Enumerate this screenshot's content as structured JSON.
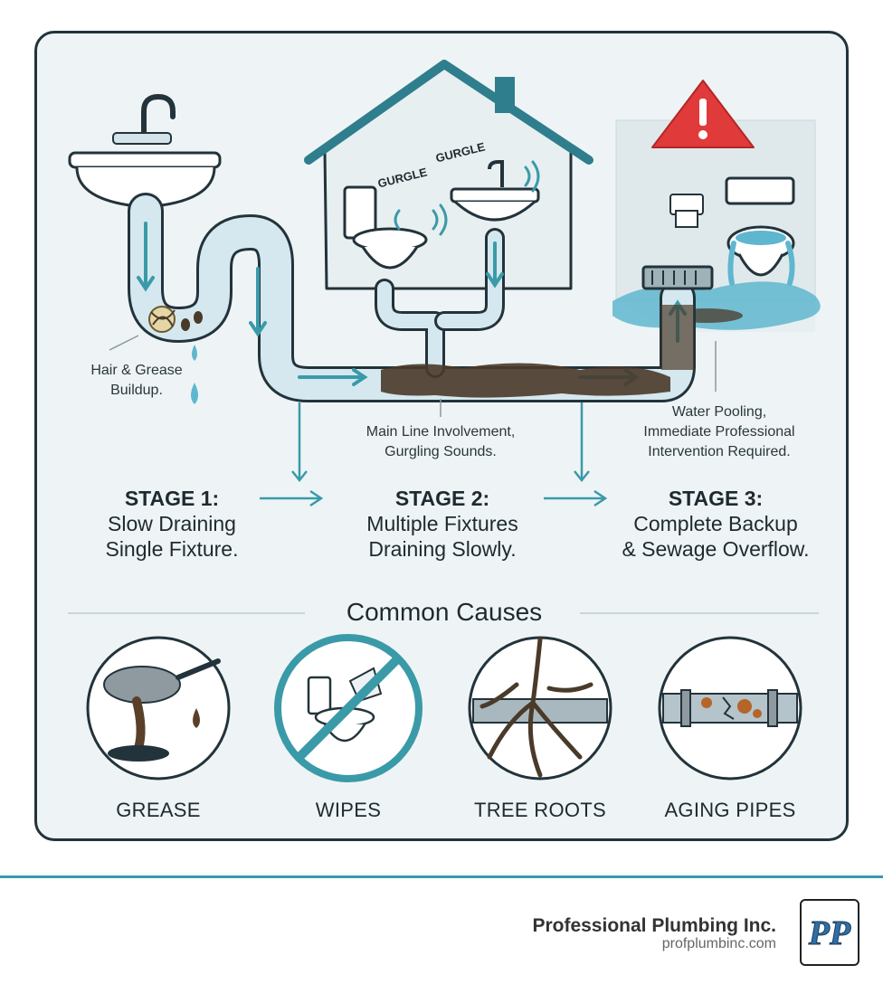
{
  "house": {
    "sound_1": "GURGLE",
    "sound_2": "GURGLE"
  },
  "notes": {
    "stage1": [
      "Hair & Grease",
      "Buildup."
    ],
    "stage2": [
      "Main Line Involvement,",
      "Gurgling Sounds."
    ],
    "stage3": [
      "Water Pooling,",
      "Immediate Professional",
      "Intervention Required."
    ]
  },
  "stages": [
    {
      "heading": "STAGE 1:",
      "line1": "Slow Draining",
      "line2": "Single Fixture."
    },
    {
      "heading": "STAGE 2:",
      "line1": "Multiple Fixtures",
      "line2": "Draining Slowly."
    },
    {
      "heading": "STAGE 3:",
      "line1": "Complete Backup",
      "line2": "& Sewage Overflow."
    }
  ],
  "causes_title": "Common Causes",
  "causes": [
    {
      "label": "GREASE",
      "icon": "grease-pan-icon"
    },
    {
      "label": "WIPES",
      "icon": "no-wipes-icon"
    },
    {
      "label": "TREE ROOTS",
      "icon": "tree-roots-icon"
    },
    {
      "label": "AGING PIPES",
      "icon": "aging-pipe-icon"
    }
  ],
  "footer": {
    "company": "Professional Plumbing Inc.",
    "url": "profplumbinc.com",
    "logo_text": "PP"
  },
  "colors": {
    "accent": "#3a9aa8",
    "pipe": "#cfe3ea",
    "water": "#5fb6cf",
    "sludge": "#4a3a2a",
    "warning": "#e03a3a",
    "outline": "#23333b"
  }
}
